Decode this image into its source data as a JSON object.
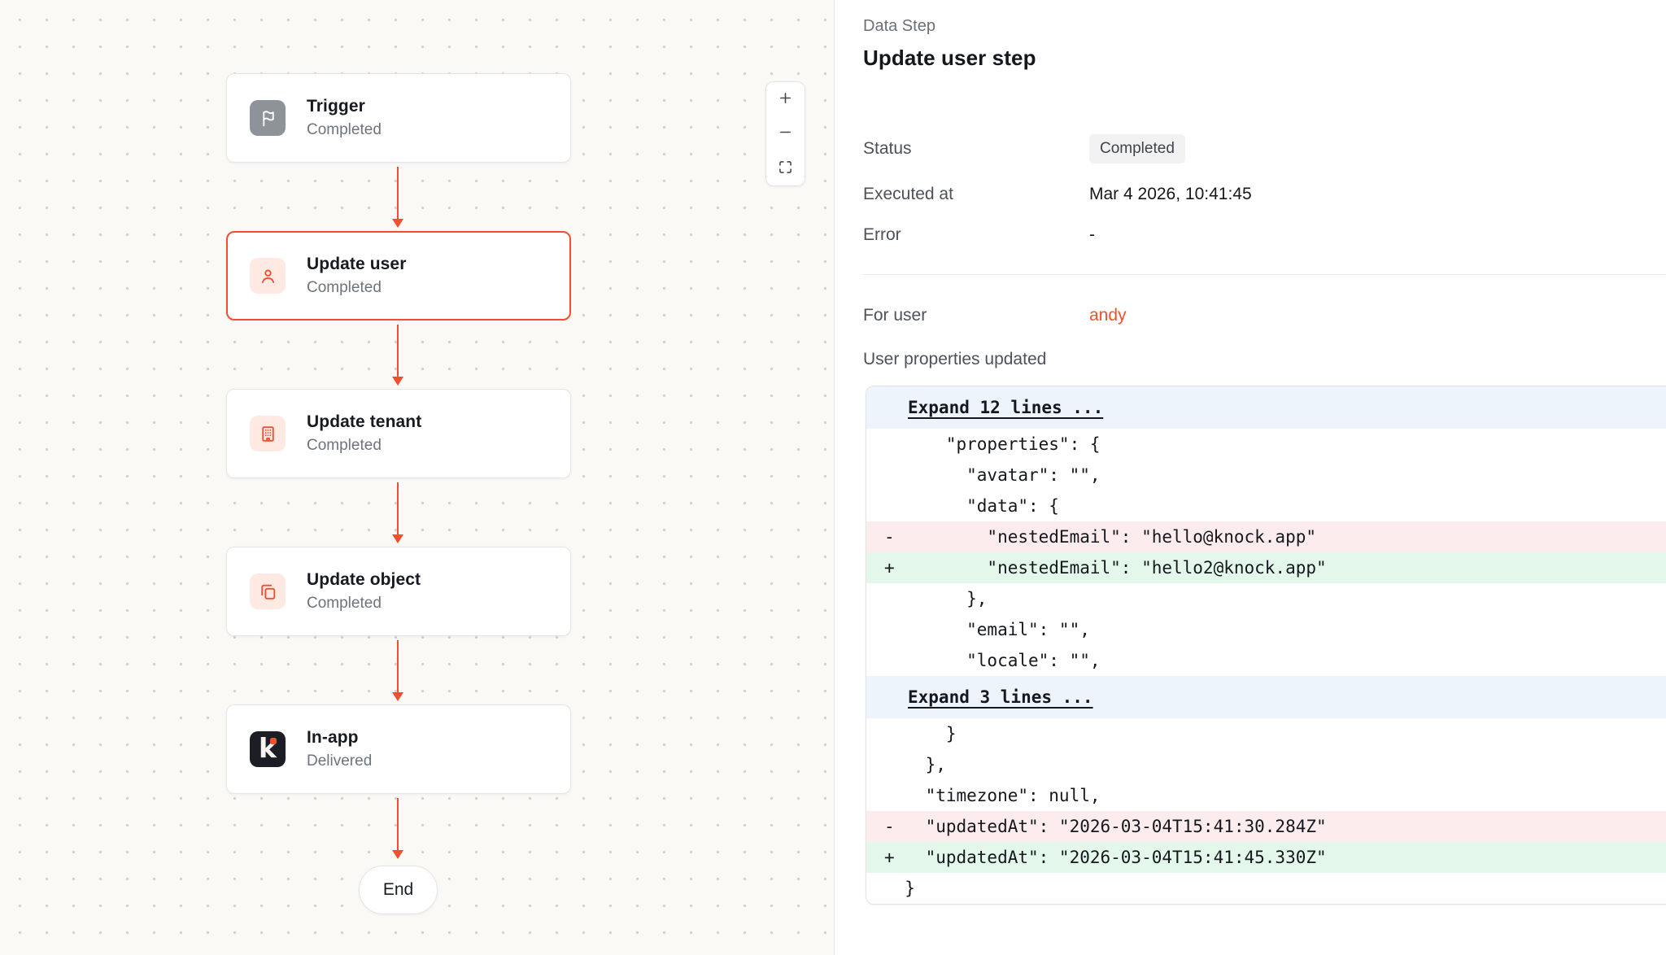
{
  "colors": {
    "accent": "#F0502D",
    "icon_bg_red": "#FEE9E3",
    "canvas_bg": "#FAF9F6",
    "diff_expand_bg": "#EEF4FC",
    "diff_deleted_bg": "#FDECEE",
    "diff_added_bg": "#E4F7EB"
  },
  "canvas": {
    "nodes": [
      {
        "id": "trigger",
        "title": "Trigger",
        "status": "Completed",
        "icon": "flag-icon",
        "icon_style": "gray-circle",
        "selected": false
      },
      {
        "id": "update-user",
        "title": "Update user",
        "status": "Completed",
        "icon": "user-icon",
        "icon_style": "red-square",
        "selected": true
      },
      {
        "id": "update-tenant",
        "title": "Update tenant",
        "status": "Completed",
        "icon": "building-icon",
        "icon_style": "red-square",
        "selected": false
      },
      {
        "id": "update-object",
        "title": "Update object",
        "status": "Completed",
        "icon": "copy-icon",
        "icon_style": "red-square",
        "selected": false
      },
      {
        "id": "in-app",
        "title": "In-app",
        "status": "Delivered",
        "icon": "knock-logo-icon",
        "icon_style": "dark-square",
        "selected": false
      }
    ],
    "end_label": "End",
    "zoom_controls": [
      {
        "id": "zoom-in",
        "icon": "plus-icon"
      },
      {
        "id": "zoom-out",
        "icon": "minus-icon"
      },
      {
        "id": "fit-view",
        "icon": "fit-view-icon"
      }
    ]
  },
  "panel": {
    "eyebrow": "Data Step",
    "title": "Update user step",
    "fields": [
      {
        "label": "Status",
        "value": "Completed",
        "type": "badge"
      },
      {
        "label": "Executed at",
        "value": "Mar 4 2026, 10:41:45",
        "type": "text"
      },
      {
        "label": "Error",
        "value": "-",
        "type": "text"
      }
    ],
    "for_user_label": "For user",
    "for_user_value": "andy",
    "diff_label": "User properties updated",
    "diff_lines": [
      {
        "type": "expand",
        "text": "Expand 12 lines ..."
      },
      {
        "type": "ctx",
        "text": "      \"properties\": {"
      },
      {
        "type": "ctx",
        "text": "        \"avatar\": \"\","
      },
      {
        "type": "ctx",
        "text": "        \"data\": {"
      },
      {
        "type": "del",
        "text": "-         \"nestedEmail\": \"hello@knock.app\""
      },
      {
        "type": "add",
        "text": "+         \"nestedEmail\": \"hello2@knock.app\""
      },
      {
        "type": "ctx",
        "text": "        },"
      },
      {
        "type": "ctx",
        "text": "        \"email\": \"\","
      },
      {
        "type": "ctx",
        "text": "        \"locale\": \"\","
      },
      {
        "type": "expand",
        "text": "Expand 3 lines ..."
      },
      {
        "type": "ctx",
        "text": "      }"
      },
      {
        "type": "ctx",
        "text": "    },"
      },
      {
        "type": "ctx",
        "text": "    \"timezone\": null,"
      },
      {
        "type": "del",
        "text": "-   \"updatedAt\": \"2026-03-04T15:41:30.284Z\""
      },
      {
        "type": "add",
        "text": "+   \"updatedAt\": \"2026-03-04T15:41:45.330Z\""
      },
      {
        "type": "ctx",
        "text": "  }"
      }
    ]
  }
}
